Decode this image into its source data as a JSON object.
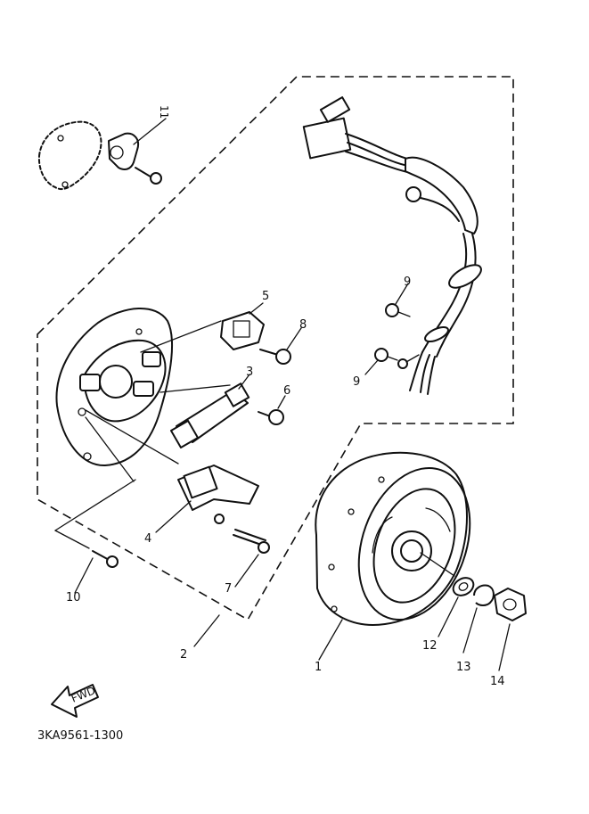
{
  "diagram": {
    "code": "3KA9561-1300",
    "fwd_arrow_text": "FWD",
    "callouts": {
      "c1": "1",
      "c2": "2",
      "c3": "3",
      "c4": "4",
      "c5": "5",
      "c6": "6",
      "c7": "7",
      "c8": "8",
      "c9a": "9",
      "c9b": "9",
      "c10": "10",
      "c11": "11",
      "c12": "12",
      "c13": "13",
      "c14": "14"
    }
  }
}
